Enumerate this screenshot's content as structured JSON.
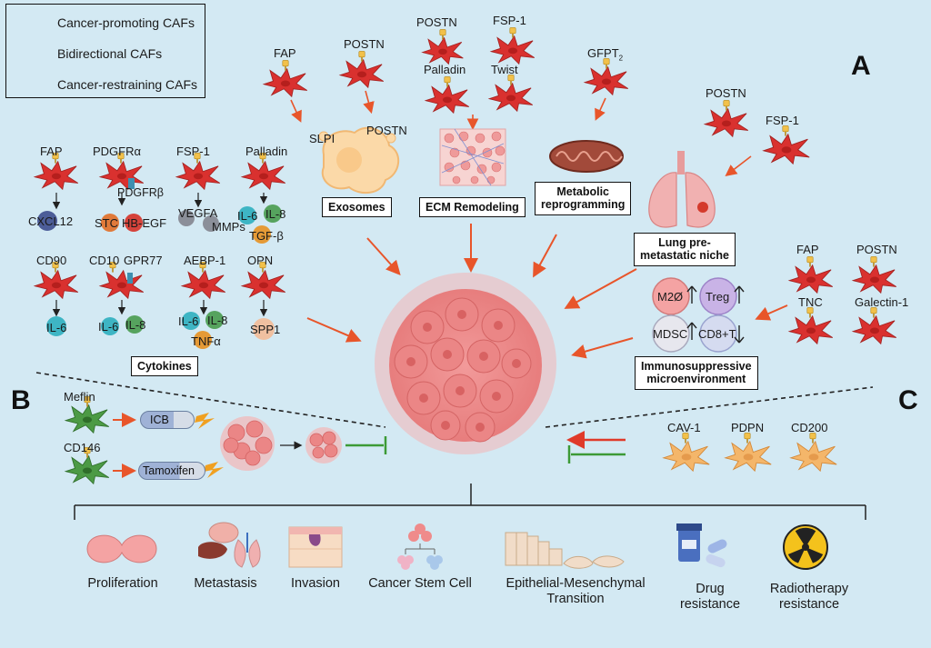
{
  "legend": {
    "items": [
      {
        "label": "Cancer-promoting CAFs",
        "color": "#d9312f"
      },
      {
        "label": "Bidirectional CAFs",
        "color": "#f4b66a"
      },
      {
        "label": "Cancer-restraining CAFs",
        "color": "#3f8a3a"
      }
    ]
  },
  "panels": {
    "a": "A",
    "b": "B",
    "c": "C"
  },
  "top_markers": {
    "exo_fap": "FAP",
    "exo_postn": "POSTN",
    "ecm_postn": "POSTN",
    "ecm_fsp1": "FSP-1",
    "ecm_palladin": "Palladin",
    "ecm_twist": "Twist",
    "met_gfpt": "GFPT",
    "met_gfpt_sub": "2",
    "lung_postn": "POSTN",
    "lung_fsp1": "FSP-1"
  },
  "mechanisms": {
    "exosomes": "Exosomes",
    "slpi": "SLPI",
    "postn_small": "POSTN",
    "ecm": "ECM Remodeling",
    "metabolic": "Metabolic\nreprogramming",
    "lung": "Lung pre-\nmetastatic niche",
    "cytokines": "Cytokines",
    "immuno": "Immunosuppressive\nmicroenvironment"
  },
  "cytokine_grid": {
    "row1": [
      {
        "marker": "FAP",
        "outputs": [
          "CXCL12"
        ]
      },
      {
        "marker": "PDGFRα",
        "marker2": "PDGFRβ",
        "outputs": [
          "STC",
          "HB-EGF"
        ]
      },
      {
        "marker": "FSP-1",
        "outputs": [
          "VEGFA",
          "MMPs"
        ]
      },
      {
        "marker": "Palladin",
        "outputs": [
          "IL-6",
          "IL-8",
          "TGF-β"
        ]
      }
    ],
    "row2": [
      {
        "marker": "CD90",
        "outputs": [
          "IL-6"
        ]
      },
      {
        "marker": "CD10",
        "marker2": "GPR77",
        "outputs": [
          "IL-6",
          "IL-8"
        ]
      },
      {
        "marker": "AEBP-1",
        "outputs": [
          "IL-6",
          "IL-8",
          "TNFα"
        ]
      },
      {
        "marker": "OPN",
        "outputs": [
          "SPP1"
        ]
      }
    ]
  },
  "immune": {
    "markers": [
      "FAP",
      "POSTN",
      "TNC",
      "Galectin-1"
    ],
    "cells": [
      "M2Ø",
      "Treg",
      "MDSC",
      "CD8+T"
    ]
  },
  "panel_b": {
    "meflin": "Meflin",
    "cd146": "CD146",
    "icb": "ICB",
    "tamoxifen": "Tamoxifen"
  },
  "panel_c": {
    "markers": [
      "CAV-1",
      "PDPN",
      "CD200"
    ]
  },
  "outcomes": [
    {
      "label": "Proliferation"
    },
    {
      "label": "Metastasis"
    },
    {
      "label": "Invasion"
    },
    {
      "label": "Cancer Stem Cell"
    },
    {
      "label": "Epithelial-Mesenchymal\nTransition"
    },
    {
      "label": "Drug\nresistance"
    },
    {
      "label": "Radiotherapy\nresistance"
    }
  ]
}
